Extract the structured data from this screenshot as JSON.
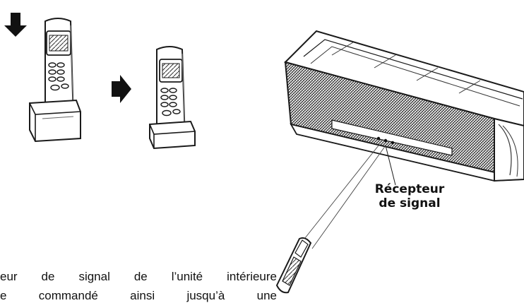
{
  "callout": {
    "line1": "Récepteur",
    "line2": "de signal"
  },
  "body_text": {
    "line1": "eur de signal de l’unité intérieure",
    "line2": "e commandé ainsi jusqu’à une"
  },
  "icons": {
    "down_arrow": "down-arrow-icon",
    "right_arrow": "right-arrow-icon"
  },
  "colors": {
    "line_art": "#1a1a1a",
    "background": "#ffffff"
  }
}
